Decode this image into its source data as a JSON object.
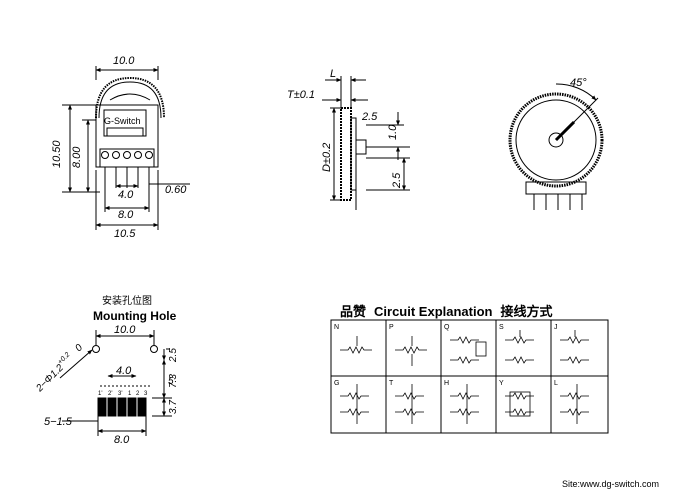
{
  "front_view": {
    "width_top": "10.0",
    "height_total": "10.50",
    "height_body": "8.00",
    "brand": "G-Switch",
    "pin_span_inner": "4.0",
    "pin_span": "8.0",
    "width_bottom": "10.5",
    "pin_thickness": "0.60"
  },
  "side_view": {
    "L": "L",
    "T": "T±0.1",
    "D": "D±0.2",
    "d1": "2.5",
    "d2": "1.0",
    "d3": "2.5"
  },
  "rear_view": {
    "angle": "45°"
  },
  "mounting": {
    "title_cn": "安装孔位图",
    "title_en": "Mounting Hole",
    "width": "10.0",
    "hole": "2−Φ1.2",
    "tol_plus": "+0.2",
    "tol_zero": "0",
    "inner": "4.0",
    "pins": [
      "1'",
      "2'",
      "3'",
      "1",
      "2",
      "3"
    ],
    "slot": "5−1.5",
    "bottom": "8.0",
    "v1": "2.5",
    "v2": "7.3",
    "v3": "3.7",
    "mark5": "5"
  },
  "circuit": {
    "title_cn1": "品赞",
    "title_en": "Circuit Explanation",
    "title_cn2": "接线方式",
    "types": [
      "N",
      "P",
      "Q",
      "S",
      "J",
      "G",
      "T",
      "H",
      "Y",
      "L"
    ]
  },
  "site": "Site:www.dg-switch.com"
}
